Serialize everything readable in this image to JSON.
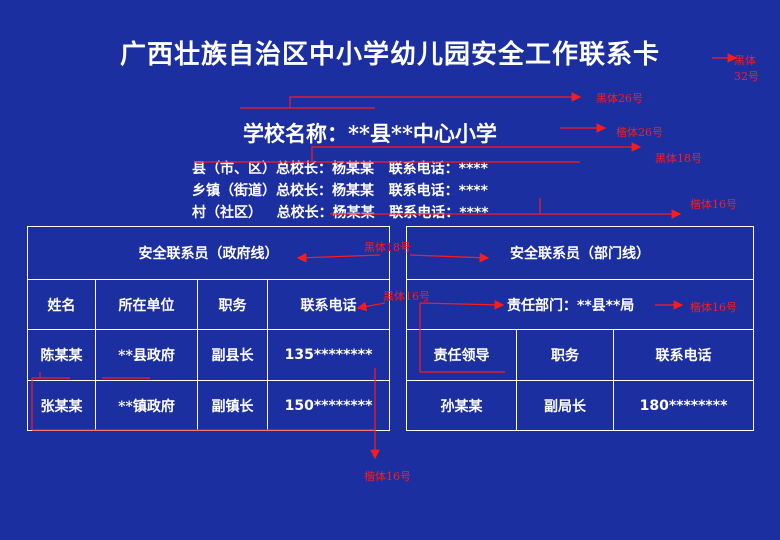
{
  "title": "广西壮族自治区中小学幼儿园安全工作联系卡",
  "school_line": "学校名称：**县**中心小学",
  "leaders": [
    "县（市、区）总校长：杨某某   联系电话：****",
    "乡镇（街道）总校长：杨某某   联系电话：****",
    "村（社区）   总校长：杨某某   联系电话：****"
  ],
  "gov_table": {
    "heading": "安全联系员（政府线）",
    "columns": [
      "姓名",
      "所在单位",
      "职务",
      "联系电话"
    ],
    "rows": [
      [
        "陈某某",
        "**县政府",
        "副县长",
        "135********"
      ],
      [
        "张某某",
        "**镇政府",
        "副镇长",
        "150********"
      ]
    ]
  },
  "dept_table": {
    "heading": "安全联系员（部门线）",
    "department": "责任部门：**县**局",
    "columns": [
      "责任领导",
      "职务",
      "联系电话"
    ],
    "rows": [
      [
        "孙某某",
        "副局长",
        "180********"
      ]
    ]
  },
  "annotations": {
    "title_font_a": "黑体",
    "title_font_b": "32号",
    "school_font_hei": "黑体26号",
    "school_font_kai": "楷体26号",
    "leader_font": "黑体18号",
    "leader_font_kai": "楷体16号",
    "heading_font": "黑体18号",
    "header_font": "黑体16号",
    "dept_font": "楷体16号",
    "cell_font": "楷体16号"
  },
  "colors": {
    "background": "#1c2fa0",
    "text": "#ffffff",
    "annotation": "#ff1a1a"
  }
}
